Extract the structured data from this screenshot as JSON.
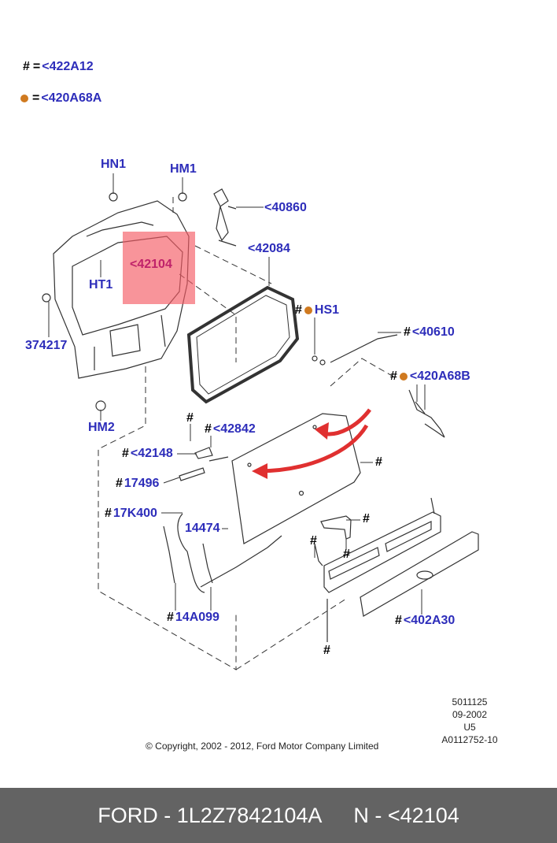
{
  "legend": [
    {
      "symbol": "#",
      "text": "<422A12"
    },
    {
      "symbol": "dot",
      "text": "<420A68A"
    }
  ],
  "colors": {
    "label": "#2d2dba",
    "highlight_label": "#c0226a",
    "highlight": "#f55a64",
    "dot": "#d07a20",
    "arrow": "#e03030",
    "footer": "#636363"
  },
  "labels": {
    "hn1": "HN1",
    "hm1": "HM1",
    "p40860": "<40860",
    "p42104": "<42104",
    "p42084": "<42084",
    "ht1": "HT1",
    "p374217": "374217",
    "hs1": "HS1",
    "p40610": "<40610",
    "p420a68b": "<420A68B",
    "hm2": "HM2",
    "p42842": "<42842",
    "p42148": "<42148",
    "p17496": "17496",
    "p17k400": "17K400",
    "p14474": "14474",
    "p14a099": "14A099",
    "p402a30": "<402A30"
  },
  "marker": "#",
  "meta": {
    "line1": "5011125",
    "line2": "09-2002",
    "line3": "U5",
    "line4": "A0112752-10",
    "copyright": "© Copyright, 2002 - 2012, Ford Motor Company Limited"
  },
  "footer": {
    "part": "FORD - 1L2Z7842104A",
    "ref": "N - <42104"
  }
}
